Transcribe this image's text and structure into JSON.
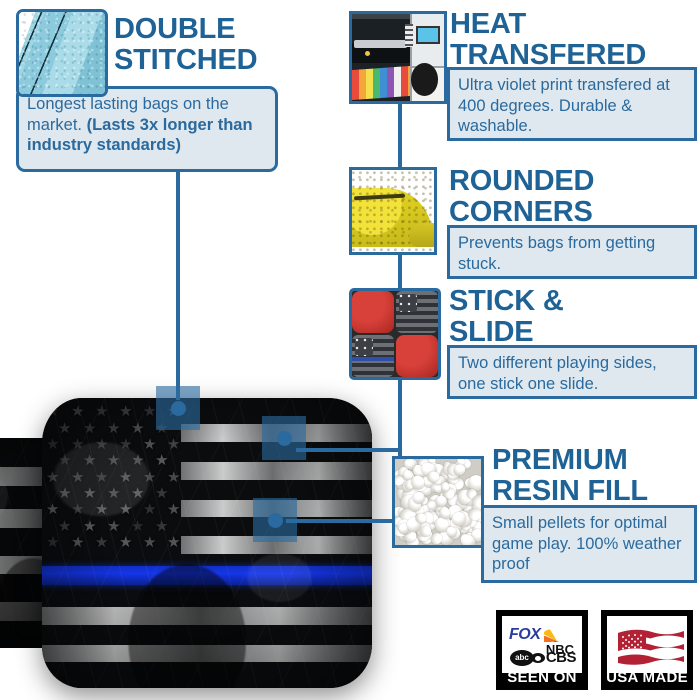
{
  "product": {
    "name": "Thin Blue Line American Flag Cornhole Bag",
    "alt": "Distressed black and white American flag cornhole bag with a thin blue line stripe",
    "back_bag_alt": "Second cornhole bag partially visible behind the front bag"
  },
  "accent_colors": {
    "heading_blue": "#1f6396",
    "border_blue": "#2a6a9e",
    "panel_fill": "#dfe8ee",
    "thin_blue_line": "#1535e8",
    "badge_black": "#000000",
    "flag_red": "#b22234",
    "fox_blue": "#2b3c9b"
  },
  "features": [
    {
      "id": "double-stitched",
      "heading": "DOUBLE\nSTITCHED",
      "body_plain": "Longest lasting bags on the market. ",
      "body_bold": "(Lasts 3x longer than industry standards)",
      "thumbnail_name": "double-stitched-thumbnail",
      "thumbnail_alt": "Close-up of light blue fabric with two rows of stitching"
    },
    {
      "id": "heat-transferred",
      "heading": "HEAT\nTRANSFERED",
      "body_plain": "Ultra violet print transfered at 400 degrees. Durable & washable.",
      "body_bold": "",
      "thumbnail_name": "heat-transferred-thumbnail",
      "thumbnail_alt": "Large format printer producing colorful printed sheets"
    },
    {
      "id": "rounded-corners",
      "heading": "ROUNDED\nCORNERS",
      "body_plain": "Prevents bags from getting stuck.",
      "body_bold": "",
      "thumbnail_name": "rounded-corners-thumbnail",
      "thumbnail_alt": "Yellow cornhole bag showing a rounded corner"
    },
    {
      "id": "stick-and-slide",
      "heading": "STICK &\nSLIDE",
      "body_plain": "Two different playing sides, one stick one slide.",
      "body_bold": "",
      "thumbnail_name": "stick-and-slide-thumbnail",
      "thumbnail_alt": "Four cornhole bags showing red side and printed flag side"
    },
    {
      "id": "premium-resin-fill",
      "heading": "PREMIUM\nRESIN FILL",
      "body_plain": "Small pellets for optimal game play. 100% weather proof",
      "body_bold": "",
      "thumbnail_name": "premium-resin-fill-thumbnail",
      "thumbnail_alt": "Close-up of white plastic resin pellets"
    }
  ],
  "hotspots": [
    {
      "id": "hotspot-double-stitched",
      "feature": "double-stitched"
    },
    {
      "id": "hotspot-heat-transferred",
      "feature": "heat-transferred"
    },
    {
      "id": "hotspot-stick-and-slide",
      "feature": "stick-and-slide"
    },
    {
      "id": "hotspot-premium-resin-fill",
      "feature": "premium-resin-fill"
    }
  ],
  "badges": [
    {
      "id": "seen-on-badge",
      "caption": "SEEN ON",
      "networks": [
        "FOX",
        "NBC",
        "abc",
        "CBS"
      ]
    },
    {
      "id": "usa-made-badge",
      "caption": "USA MADE",
      "graphic": "american-flag"
    }
  ]
}
